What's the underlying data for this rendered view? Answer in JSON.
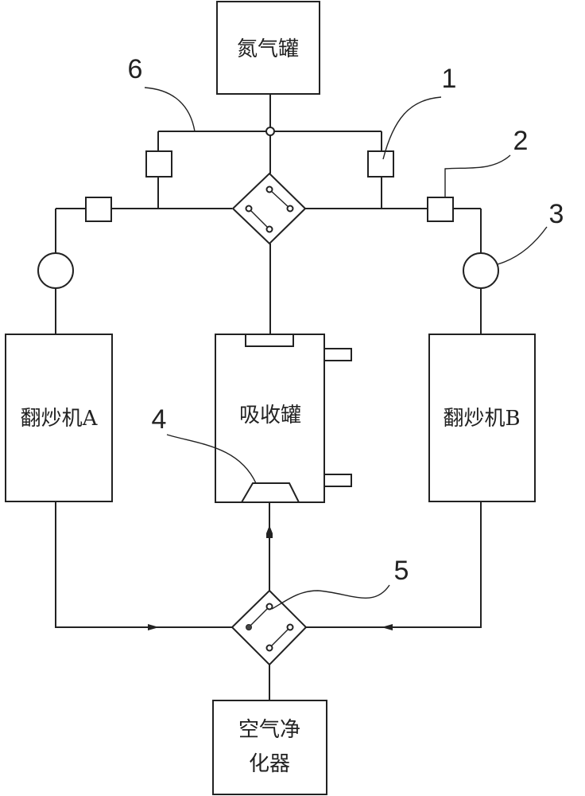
{
  "components": {
    "nitrogen_tank": "氮气罐",
    "roaster_a": "翻炒机A",
    "absorption_tank": "吸收罐",
    "roaster_b": "翻炒机B",
    "air_purifier_line1": "空气净",
    "air_purifier_line2": "化器"
  },
  "reference_numerals": [
    "1",
    "2",
    "3",
    "4",
    "5",
    "6"
  ],
  "colors": {
    "line": "#222222",
    "background": "#ffffff"
  }
}
